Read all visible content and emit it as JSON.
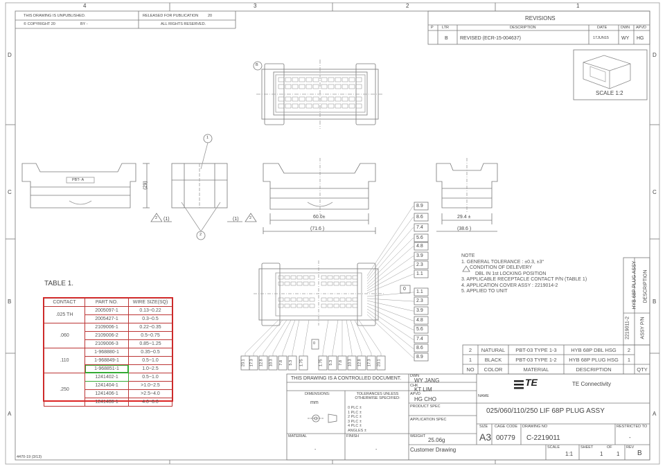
{
  "header": {
    "unpublished": "THIS DRAWING IS UNPUBLISHED.",
    "copyright": "COPYRIGHT 20",
    "by": "BY -",
    "released": "RELEASED FOR PUBLICATION",
    "year_field": "20",
    "rights": "ALL RIGHTS RESERVED.",
    "zones_top": [
      "4",
      "3",
      "2",
      "1"
    ],
    "zones_side": [
      "D",
      "C",
      "B",
      "A"
    ]
  },
  "revisions": {
    "title": "REVISIONS",
    "columns": [
      "P",
      "LTR",
      "DESCRIPTION",
      "DATE",
      "DWN",
      "APVD"
    ],
    "row": {
      "ltr": "B",
      "description": "REVISED (ECR-15-004637)",
      "date": "17JUN15",
      "dwn": "WY",
      "apvd": "HG"
    }
  },
  "iso_view": {
    "scale": "SCALE  1:2"
  },
  "callouts": {
    "b_label": "B",
    "item1": "1",
    "item2": "2",
    "triangle": "2",
    "dim_29": "(29)",
    "dim_60": "60.0±",
    "dim_71": "(71.6 )",
    "dim_29_4": "29.4 ±",
    "dim_38": "(38.6 )",
    "dim_1_left": "(1)",
    "dim_1_right": "(1)",
    "pbt_label": "PBT- A"
  },
  "pitch_labels_right": [
    "8.9",
    "8.6",
    "7.4",
    "5.6",
    "4.8",
    "3.9",
    "2.3",
    "1.1"
  ],
  "pitch_labels_right_lower": [
    "1.1",
    "2.3",
    "3.9",
    "4.8",
    "5.6",
    "7.4",
    "8.6",
    "8.9"
  ],
  "zero_label_right": "0",
  "zero_label_bottom": "0",
  "pitch_labels_bottom": [
    "23.1",
    "17.3",
    "12.8",
    "10.3",
    "7.8",
    "5.3",
    "1.75",
    "1.75",
    "5.3",
    "7.8",
    "10.3",
    "12.8",
    "17.3",
    "23.1"
  ],
  "notes": {
    "title": "NOTE",
    "lines": [
      "1. GENERAL TOLERANCE :    ±0.3,    ±3°",
      "CONDITION OF DELEVERY",
      "DBL IN 1st LOCKING POSITION",
      "3. APPLICABLE RECEPTACLE CONTACT P/N (TABLE 1)",
      "4. APPLICATION COVER ASSY : 2219014-2",
      "5. APPLIED TO UNIT"
    ]
  },
  "table1": {
    "title": "TABLE 1.",
    "headers": [
      "CONTACT",
      "PART NO.",
      "WIRE SIZE(SQ)"
    ],
    "groups": [
      {
        "contact": ".025 TH",
        "rows": [
          [
            "2005097-1",
            "0.13~0.22"
          ],
          [
            "2005427-1",
            "0.3~0.5"
          ]
        ]
      },
      {
        "contact": ".060",
        "rows": [
          [
            "2109006-1",
            "0.22~0.35"
          ],
          [
            "2109006-2",
            "0.5~0.75"
          ],
          [
            "2109006-3",
            "0.85~1.25"
          ]
        ]
      },
      {
        "contact": ".110",
        "rows": [
          [
            "1-968880-1",
            "0.35~0.5"
          ],
          [
            "1-968849-1",
            "0.5~1.0"
          ],
          [
            "1-968851-1",
            "1.0~2.5"
          ]
        ]
      },
      {
        "contact": ".250",
        "rows": [
          [
            "1241402-1",
            "0.5~1.0"
          ],
          [
            "1241404-1",
            ">1.0~2.5"
          ],
          [
            "1241406-1",
            ">2.5~4.0"
          ],
          [
            "1241408-1",
            "4.0~6.0"
          ]
        ]
      }
    ]
  },
  "bom": {
    "rows": [
      {
        "no": "2",
        "color": "NATURAL",
        "material": "PBT-03 TYPE 1-3",
        "description": "HYB 68P DBL HSG",
        "qty": "2"
      },
      {
        "no": "1",
        "color": "BLACK",
        "material": "PBT-03 TYPE 1-2",
        "description": "HYB 68P PLUG HSG",
        "qty": "1"
      }
    ],
    "headers": {
      "no": "NO",
      "color": "COLOR",
      "material": "MATERIAL",
      "description": "DESCRIPTION",
      "qty": "QTY"
    },
    "side_top": "HYB 68P PLUG ASSY",
    "side_top_label": "DESCRIPTION",
    "side_bottom": "2219011-2",
    "side_bottom_label": "ASSY P/N"
  },
  "title_block": {
    "controlled": "THIS DRAWING IS A CONTROLLED DOCUMENT.",
    "dimensions_label": "DIMENSIONS:",
    "dimensions_unit": "mm",
    "tolerances_label": "TOLERANCES UNLESS OTHERWISE SPECIFIED:",
    "tolerance_rows": [
      "0 PLC    ±",
      "1 PLC    ±",
      "2 PLC    ±",
      "3 PLC    ±",
      "4 PLC    ±",
      "ANGLES    ±"
    ],
    "material_label": "MATERIAL",
    "finish_label": "FINISH",
    "material_value": "-",
    "finish_value": "-",
    "dwn_label": "DWN",
    "dwn_name": "WY JANG",
    "chk_label": "CHK",
    "chk_name": "KT LIM",
    "apvd_label": "APVD",
    "apvd_name": "HG CHO",
    "product_spec": "PRODUCT SPEC",
    "application_spec": "APPLICATION SPEC",
    "weight_label": "WEIGHT",
    "weight_value": "25.06g",
    "customer_drawing": "Customer Drawing",
    "company": "TE Connectivity",
    "logo": "TE",
    "name_label": "NAME",
    "name_value": "025/060/110/250 LIF 68P PLUG ASSY",
    "size_label": "SIZE",
    "size_value": "A3",
    "cage_label": "CAGE CODE",
    "cage_value": "00779",
    "dwg_label": "DRAWING NO",
    "dwg_value": "C-2219011",
    "restricted_label": "RESTRICTED TO",
    "restricted_value": "-",
    "scale_label": "SCALE",
    "scale_value": "1:1",
    "sheet_label": "SHEET",
    "sheet_value": "1",
    "of_label": "OF",
    "of_value": "1",
    "rev_label": "REV",
    "rev_value": "B"
  },
  "footer_code": "4470-19 (3/13)"
}
